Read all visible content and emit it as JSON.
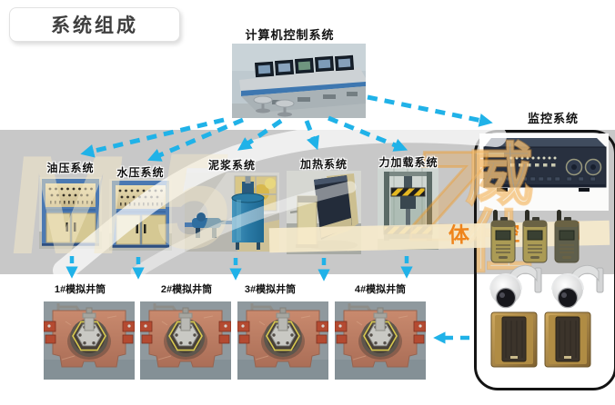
{
  "title": "系统组成",
  "colors": {
    "arrow": "#20b2e8",
    "band_gray": "#c8c8c8",
    "watermark_cream": "#f7ebcc",
    "watermark_orange": "#ee7e12"
  },
  "diagram": {
    "control": {
      "label": "计算机控制系统"
    },
    "systems": [
      {
        "label": "油压系统"
      },
      {
        "label": "水压系统"
      },
      {
        "label": "泥浆系统"
      },
      {
        "label": "加热系统"
      },
      {
        "label": "力加载系统"
      }
    ],
    "monitoring": {
      "label": "监控系统",
      "equipment_icons": [
        "control-amplifier",
        "walkie-talkies",
        "dome-cameras",
        "wall-speakers"
      ]
    },
    "wellbores": [
      {
        "label": "1#模拟井筒"
      },
      {
        "label": "2#模拟井筒"
      },
      {
        "label": "3#模拟井筒"
      },
      {
        "label": "4#模拟井筒"
      }
    ]
  },
  "watermark": {
    "letters": [
      "M",
      "5",
      "Z"
    ],
    "brand": "威仕",
    "slogan": [
      "体",
      "控",
      "制"
    ]
  }
}
